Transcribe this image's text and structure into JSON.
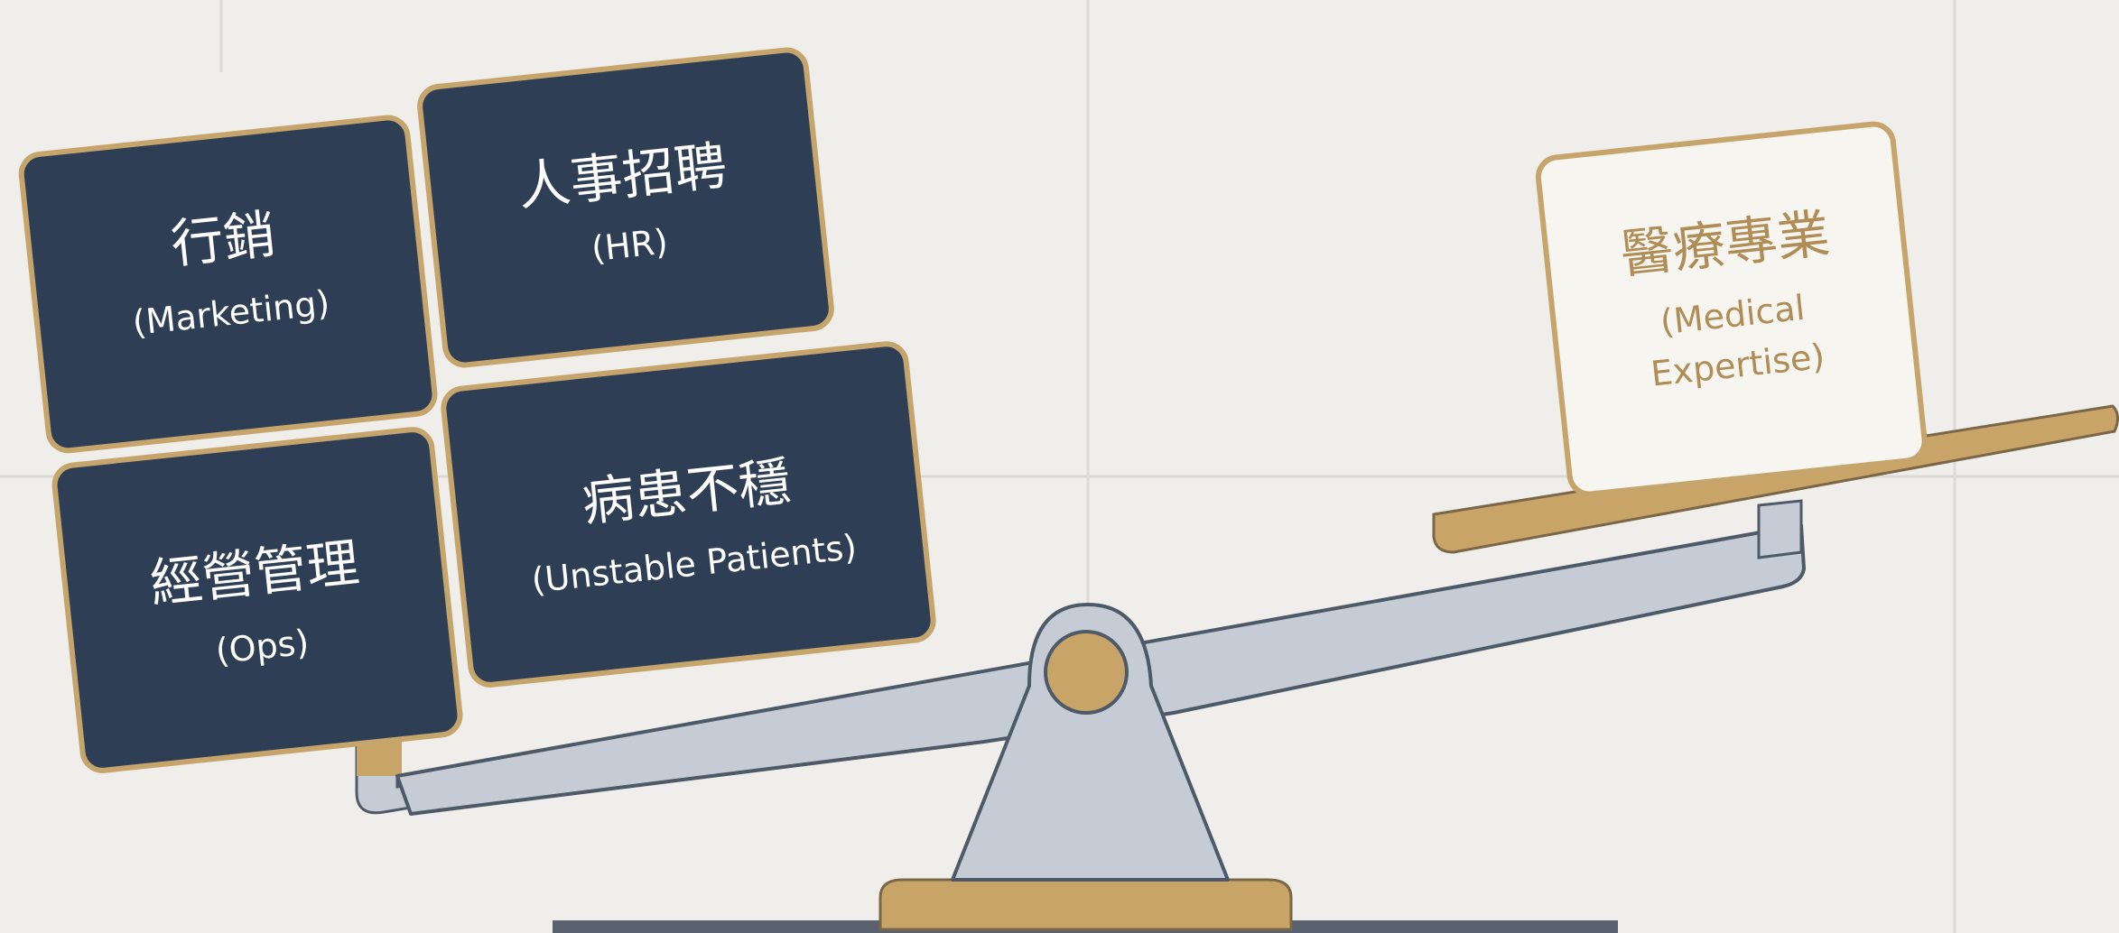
{
  "colors": {
    "background": "#efeeea",
    "grid_line": "#dcdbd6",
    "block_fill": "#2e3f55",
    "block_border": "#c6a56c",
    "block_text": "#ffffff",
    "light_block_fill": "#f7f5ef",
    "light_block_text": "#b08d56",
    "scale_steel": "#c5ccd6",
    "scale_outline": "#4e5a68",
    "scale_gold": "#c9a468",
    "base_bar": "#59626e"
  },
  "left_pan_blocks": [
    {
      "icon": "marketing-block",
      "title": "行銷",
      "subtitle": "(Marketing)"
    },
    {
      "icon": "hr-block",
      "title": "人事招聘",
      "subtitle": "(HR)"
    },
    {
      "icon": "ops-block",
      "title": "經營管理",
      "subtitle": "(Ops)"
    },
    {
      "icon": "unstable-patients-block",
      "title": "病患不穩",
      "subtitle": "(Unstable Patients)"
    }
  ],
  "right_pan_block": {
    "icon": "medical-expertise-block",
    "title": "醫療專業",
    "subtitle_line1": "(Medical",
    "subtitle_line2": "Expertise)"
  },
  "scale": {
    "tilt": "left-heavy"
  }
}
